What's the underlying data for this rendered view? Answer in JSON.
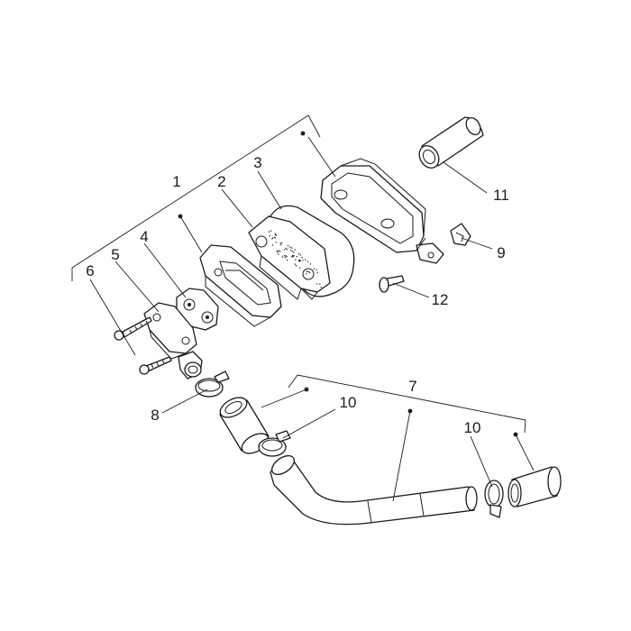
{
  "diagram": {
    "callouts": [
      {
        "id": "c1",
        "label": "1"
      },
      {
        "id": "c2",
        "label": "2"
      },
      {
        "id": "c3",
        "label": "3"
      },
      {
        "id": "c4",
        "label": "4"
      },
      {
        "id": "c5",
        "label": "5"
      },
      {
        "id": "c6",
        "label": "6"
      },
      {
        "id": "c7",
        "label": "7"
      },
      {
        "id": "c8",
        "label": "8"
      },
      {
        "id": "c9",
        "label": "9"
      },
      {
        "id": "c10a",
        "label": "10"
      },
      {
        "id": "c10b",
        "label": "10"
      },
      {
        "id": "c11",
        "label": "11"
      },
      {
        "id": "c12",
        "label": "12"
      }
    ]
  }
}
